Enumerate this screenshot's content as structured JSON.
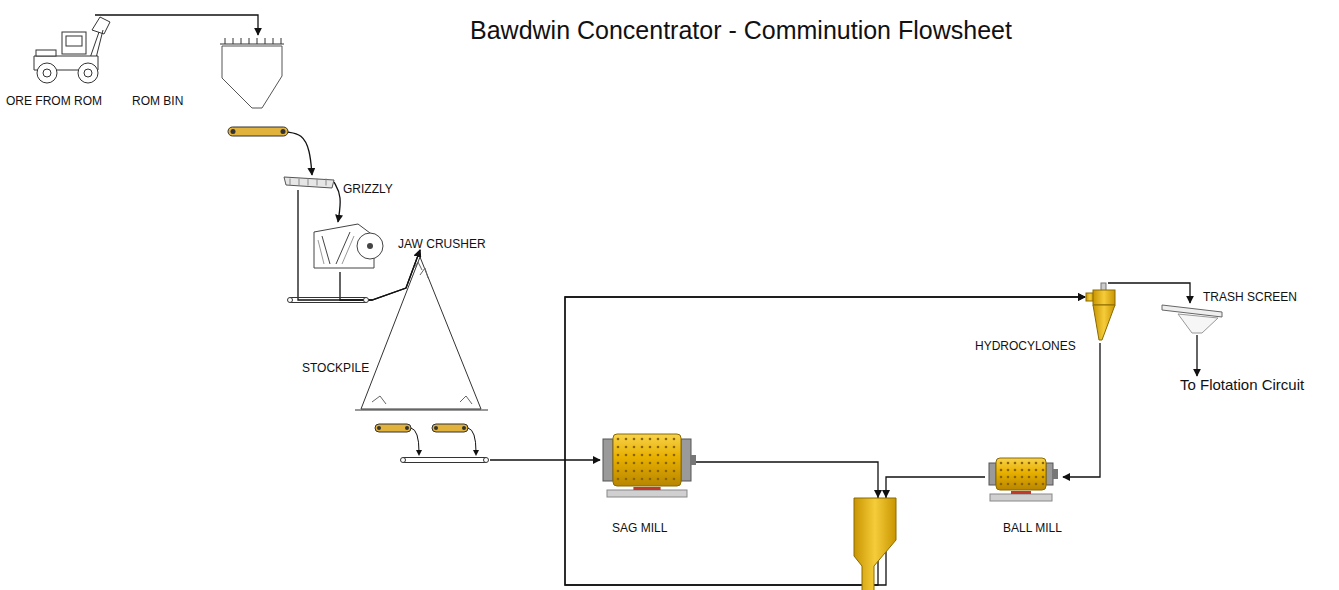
{
  "diagram": {
    "title": "Bawdwin Concentrator - Comminution Flowsheet",
    "nodes": [
      {
        "text": [
          "ORE FROM ROM"
        ]
      },
      {
        "text": [
          "ROM BIN"
        ]
      },
      {
        "text": [
          "GRIZZLY"
        ]
      },
      {
        "text": [
          "JAW CRUSHER"
        ]
      },
      {
        "text": [
          "STOCKPILE"
        ]
      },
      {
        "text": [
          "SAG MILL"
        ]
      },
      {
        "text": [
          "BALL MILL"
        ]
      },
      {
        "text": [
          "HYDROCYLONES"
        ]
      },
      {
        "text": [
          "TRASH SCREEN"
        ]
      },
      {
        "text": [
          "To Flotation Circuit"
        ]
      }
    ],
    "edges": [
      {
        "from": 0,
        "to": 1,
        "arrow": "to"
      },
      {
        "from": 1,
        "to": 2,
        "arrow": "to"
      },
      {
        "from": 2,
        "to": 3,
        "arrow": "to"
      },
      {
        "from": 2,
        "to": 4,
        "arrow": "to"
      },
      {
        "from": 3,
        "to": 4,
        "arrow": "to"
      },
      {
        "from": 4,
        "to": 5,
        "arrow": "to"
      },
      {
        "from": 5,
        "to": 7,
        "arrow": "to"
      },
      {
        "from": 6,
        "to": 7,
        "arrow": "to"
      },
      {
        "from": 7,
        "to": 6,
        "arrow": "to"
      },
      {
        "from": 7,
        "to": 8,
        "arrow": "to"
      },
      {
        "from": 8,
        "to": 9,
        "arrow": "to"
      }
    ]
  }
}
